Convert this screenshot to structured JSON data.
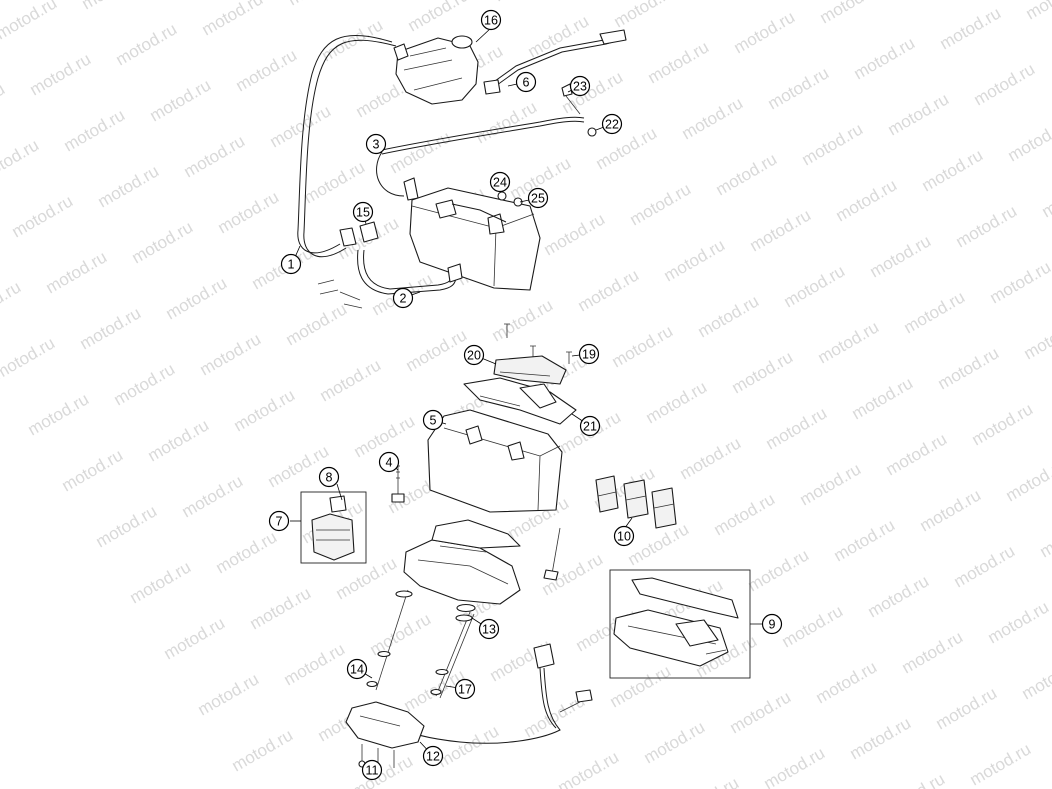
{
  "watermark": {
    "text": "motod.ru"
  },
  "callouts": [
    {
      "id": "1",
      "label": "1"
    },
    {
      "id": "2",
      "label": "2"
    },
    {
      "id": "3",
      "label": "3"
    },
    {
      "id": "4",
      "label": "4"
    },
    {
      "id": "5",
      "label": "5"
    },
    {
      "id": "6",
      "label": "6"
    },
    {
      "id": "7",
      "label": "7"
    },
    {
      "id": "8",
      "label": "8"
    },
    {
      "id": "9",
      "label": "9"
    },
    {
      "id": "10",
      "label": "10"
    },
    {
      "id": "11",
      "label": "11"
    },
    {
      "id": "12",
      "label": "12"
    },
    {
      "id": "13",
      "label": "13"
    },
    {
      "id": "14",
      "label": "14"
    },
    {
      "id": "15",
      "label": "15"
    },
    {
      "id": "16",
      "label": "16"
    },
    {
      "id": "17",
      "label": "17"
    },
    {
      "id": "19",
      "label": "19"
    },
    {
      "id": "20",
      "label": "20"
    },
    {
      "id": "21",
      "label": "21"
    },
    {
      "id": "22",
      "label": "22"
    },
    {
      "id": "23",
      "label": "23"
    },
    {
      "id": "24",
      "label": "24"
    },
    {
      "id": "25",
      "label": "25"
    }
  ],
  "colors": {
    "line": "#1a1a1a",
    "watermark": "#d9d9d9",
    "background": "#ffffff"
  }
}
